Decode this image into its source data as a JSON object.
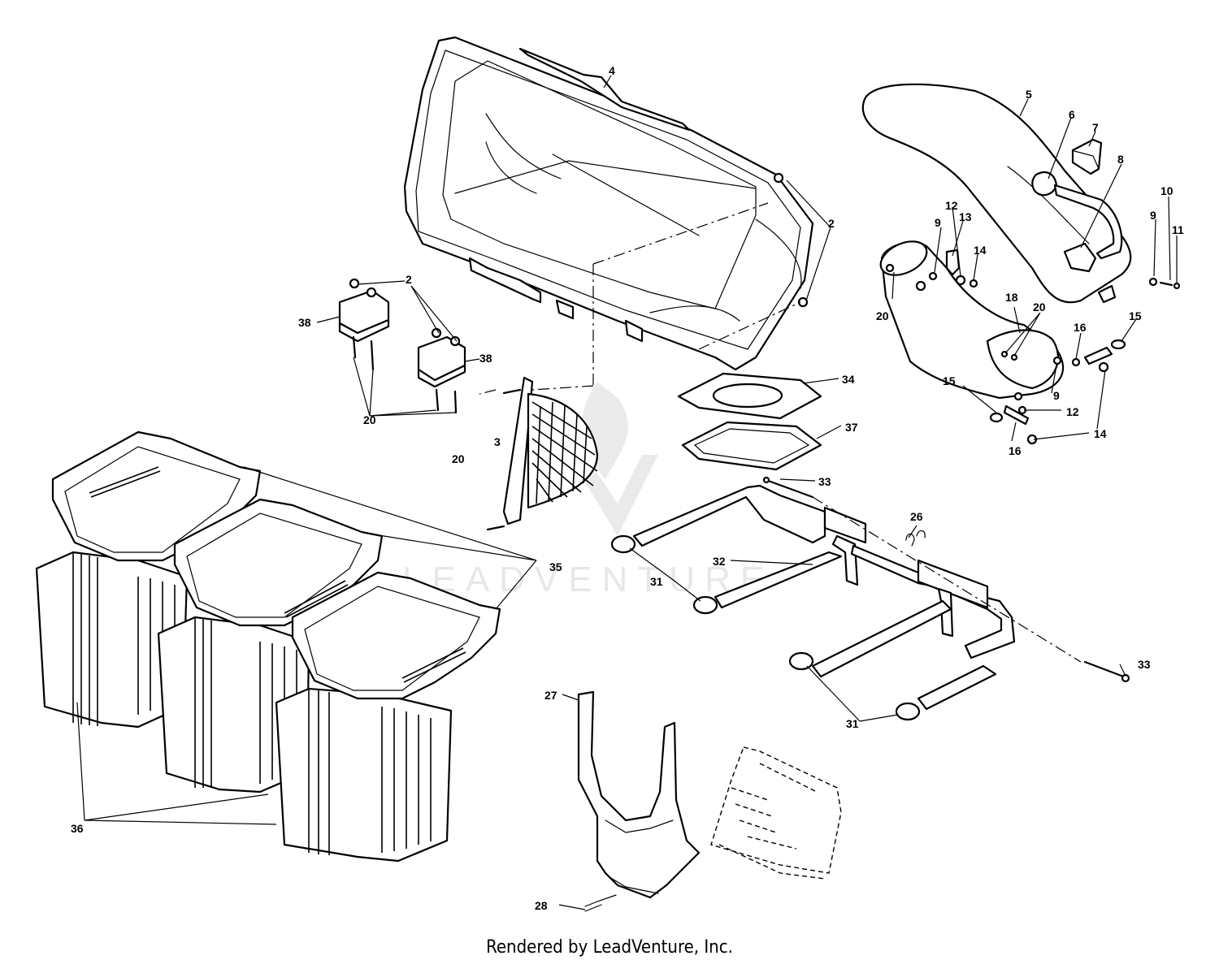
{
  "watermark": "LEADVENTURE",
  "footer": "Rendered by LeadVenture, Inc.",
  "callouts": {
    "c2a": "2",
    "c2b": "2",
    "c3": "3",
    "c4": "4",
    "c5": "5",
    "c6": "6",
    "c7": "7",
    "c8": "8",
    "c9a": "9",
    "c9b": "9",
    "c9c": "9",
    "c10": "10",
    "c11": "11",
    "c12a": "12",
    "c12b": "12",
    "c13": "13",
    "c14a": "14",
    "c14b": "14",
    "c15a": "15",
    "c15b": "15",
    "c16a": "16",
    "c16b": "16",
    "c18": "18",
    "c20a": "20",
    "c20b": "20",
    "c20c": "20",
    "c20d": "20",
    "c26": "26",
    "c27": "27",
    "c28": "28",
    "c31a": "31",
    "c31b": "31",
    "c32": "32",
    "c33a": "33",
    "c33b": "33",
    "c34": "34",
    "c35": "35",
    "c36": "36",
    "c37": "37",
    "c38a": "38",
    "c38b": "38"
  }
}
